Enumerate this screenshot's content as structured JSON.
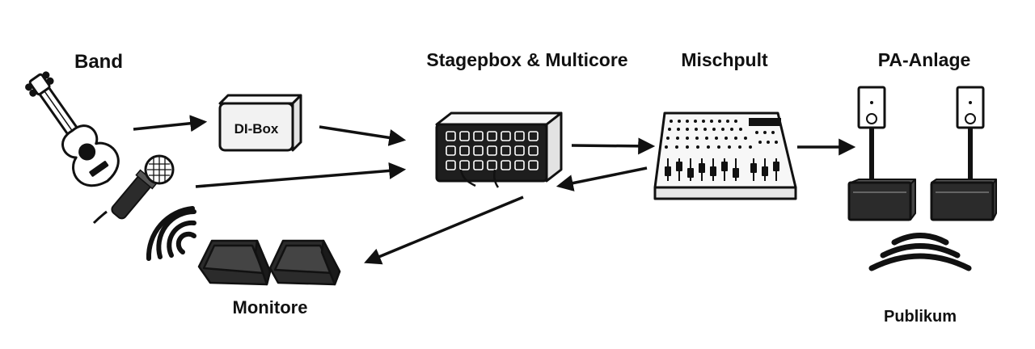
{
  "labels": {
    "band": "Band",
    "stagebox": "Stagepbox & Multicore",
    "mixer": "Mischpult",
    "pa": "PA-Anlage",
    "monitors": "Monitore",
    "audience": "Publikum",
    "dibox": "DI-Box"
  },
  "icons": {
    "guitar": "guitar-icon",
    "microphone": "microphone-icon",
    "dibox": "di-box-icon",
    "stagebox": "stagebox-icon",
    "mixer": "mixing-console-icon",
    "pa_left": "pa-speaker-left-icon",
    "pa_right": "pa-speaker-right-icon",
    "monitor_left": "stage-monitor-left-icon",
    "monitor_right": "stage-monitor-right-icon",
    "sound_waves": "sound-wave-icon"
  },
  "colors": {
    "ink": "#111111",
    "fill_light": "#f2f2f2",
    "fill_dark": "#2b2b2b",
    "background": "#ffffff"
  }
}
